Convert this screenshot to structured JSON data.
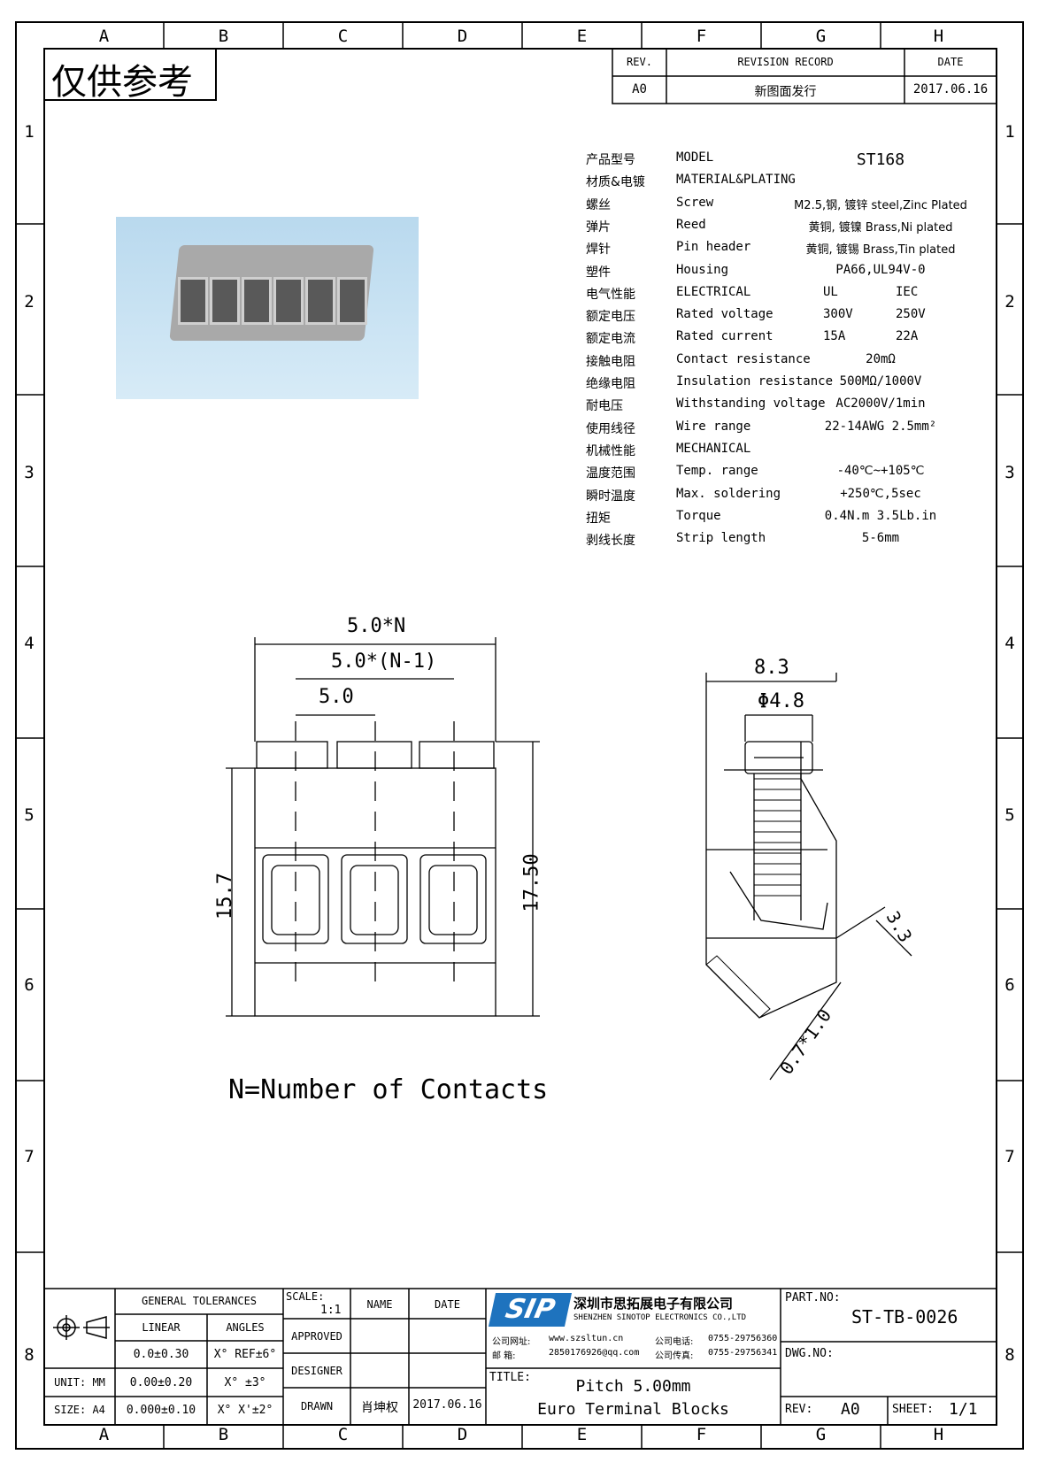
{
  "stamp": "仅供参考",
  "zones": {
    "cols": [
      "A",
      "B",
      "C",
      "D",
      "E",
      "F",
      "G",
      "H"
    ],
    "rows": [
      "1",
      "2",
      "3",
      "4",
      "5",
      "6",
      "7",
      "8"
    ]
  },
  "revision": {
    "rev_header": "REV.",
    "record_header": "REVISION RECORD",
    "date_header": "DATE",
    "rev": "A0",
    "record": "新图面发行",
    "date": "2017.06.16"
  },
  "specs": [
    {
      "cn": "产品型号",
      "en": "MODEL",
      "v1": "ST168",
      "v2": ""
    },
    {
      "cn": "材质&电镀",
      "en": "MATERIAL&PLATING",
      "v1": "",
      "v2": ""
    },
    {
      "cn": "螺丝",
      "en": "Screw",
      "v1": "M2.5,钢, 镀锌 steel,Zinc Plated",
      "v2": ""
    },
    {
      "cn": "弹片",
      "en": "Reed",
      "v1": "黄铜, 镀镍 Brass,Ni plated",
      "v2": ""
    },
    {
      "cn": "焊针",
      "en": "Pin header",
      "v1": "黄铜, 镀锡 Brass,Tin plated",
      "v2": ""
    },
    {
      "cn": "塑件",
      "en": "Housing",
      "v1": "PA66,UL94V-0",
      "v2": ""
    },
    {
      "cn": "电气性能",
      "en": "ELECTRICAL",
      "v1": "UL",
      "v2": "IEC"
    },
    {
      "cn": "额定电压",
      "en": "Rated voltage",
      "v1": "300V",
      "v2": "250V"
    },
    {
      "cn": "额定电流",
      "en": "Rated current",
      "v1": "15A",
      "v2": "22A"
    },
    {
      "cn": "接触电阻",
      "en": "Contact resistance",
      "v1": "20mΩ",
      "v2": ""
    },
    {
      "cn": "绝缘电阻",
      "en": "Insulation resistance",
      "v1": "500MΩ/1000V",
      "v2": ""
    },
    {
      "cn": "耐电压",
      "en": "Withstanding voltage",
      "v1": "AC2000V/1min",
      "v2": ""
    },
    {
      "cn": "使用线径",
      "en": "Wire range",
      "v1": "22-14AWG 2.5mm²",
      "v2": ""
    },
    {
      "cn": "机械性能",
      "en": "MECHANICAL",
      "v1": "",
      "v2": ""
    },
    {
      "cn": "温度范围",
      "en": "Temp. range",
      "v1": "-40℃~+105℃",
      "v2": ""
    },
    {
      "cn": "瞬时温度",
      "en": "Max. soldering",
      "v1": "+250℃,5sec",
      "v2": ""
    },
    {
      "cn": "扭矩",
      "en": "Torque",
      "v1": "0.4N.m 3.5Lb.in",
      "v2": ""
    },
    {
      "cn": "剥线长度",
      "en": "Strip length",
      "v1": "5-6mm",
      "v2": ""
    }
  ],
  "front_view": {
    "dim_total": "5.0*N",
    "dim_span": "5.0*(N-1)",
    "dim_pitch": "5.0",
    "dim_height_left": "15.7",
    "dim_height_right": "17.50",
    "note": "N=Number of Contacts"
  },
  "side_view": {
    "dim_width": "8.3",
    "dim_screw": "Φ4.8",
    "dim_opening": "3.3",
    "dim_pin": "0.7*1.0"
  },
  "title_block": {
    "general_tolerances": "GENERAL TOLERANCES",
    "linear": "LINEAR",
    "angles": "ANGLES",
    "tol_rows": [
      {
        "linear": "0.0±0.30",
        "angle": "X° REF±6°"
      },
      {
        "linear": "0.00±0.20",
        "angle": "X° ±3°"
      },
      {
        "linear": "0.000±0.10",
        "angle": "X° X'±2°"
      }
    ],
    "unit_label": "UNIT: MM",
    "size_label": "SIZE: A4",
    "scale_label": "SCALE:",
    "scale_value": "1:1",
    "name_header": "NAME",
    "date_header": "DATE",
    "approved": "APPROVED",
    "designer": "DESIGNER",
    "drawn": "DRAWN",
    "drawn_name": "肖坤权",
    "drawn_date": "2017.06.16",
    "company_cn": "深圳市思拓展电子有限公司",
    "company_en": "SHENZHEN SINOTOP ELECTRONICS CO.,LTD",
    "web_label": "公司网址:",
    "web": "www.szsltun.cn",
    "email_label": "邮    箱:",
    "email": "2850176926@qq.com",
    "phone_label": "公司电话:",
    "phone": "0755-29756360",
    "fax_label": "公司传真:",
    "fax": "0755-29756341",
    "logo_text": "SIP",
    "title_label": "TITLE:",
    "title_line1": "Pitch 5.00mm",
    "title_line2": "Euro Terminal Blocks",
    "part_no_label": "PART.NO:",
    "part_no": "ST-TB-0026",
    "dwg_no_label": "DWG.NO:",
    "rev_label": "REV:",
    "rev_value": "A0",
    "sheet_label": "SHEET:",
    "sheet_value": "1/1"
  },
  "colors": {
    "photo_bg": "#b9d9ee",
    "housing": "#a9a9a9",
    "line": "#000000",
    "logo": "#1e73be"
  }
}
